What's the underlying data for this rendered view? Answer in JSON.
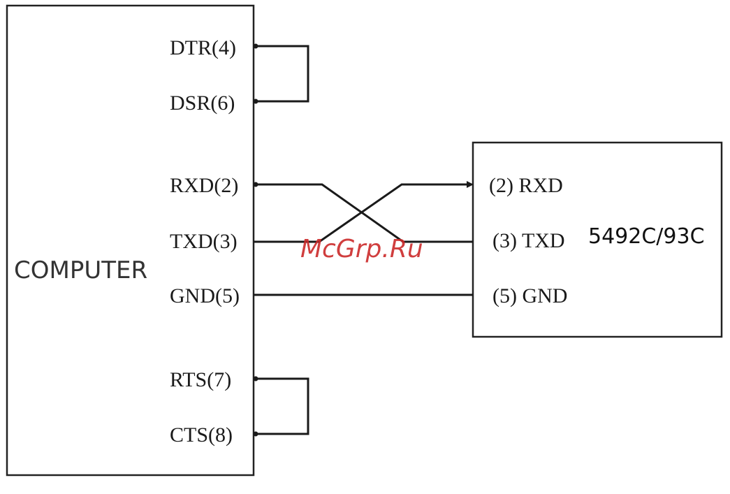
{
  "computer": {
    "label": "COMPUTER",
    "pins": {
      "dtr": "DTR(4)",
      "dsr": "DSR(6)",
      "rxd": "RXD(2)",
      "txd": "TXD(3)",
      "gnd": "GND(5)",
      "rts": "RTS(7)",
      "cts": "CTS(8)"
    }
  },
  "device": {
    "label": "5492C/93C",
    "pins": {
      "rxd": "(2) RXD",
      "txd": "(3) TXD",
      "gnd": "(5) GND"
    }
  },
  "watermark": "McGrp.Ru",
  "connections": [
    {
      "from": "DTR(4)",
      "to": "DSR(6)",
      "kind": "loopback"
    },
    {
      "from": "RTS(7)",
      "to": "CTS(8)",
      "kind": "loopback"
    },
    {
      "from": "TXD(3)",
      "to": "(2) RXD",
      "kind": "crossover"
    },
    {
      "from": "(3) TXD",
      "to": "RXD(2)",
      "kind": "crossover"
    },
    {
      "from": "GND(5)",
      "to": "(5) GND",
      "kind": "straight"
    }
  ]
}
